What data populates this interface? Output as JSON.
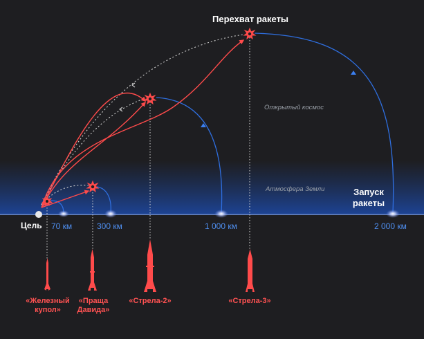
{
  "title": "Перехват ракеты",
  "launch_label": [
    "Запуск",
    "ракеты"
  ],
  "layers": {
    "space": "Открытый космос",
    "atmosphere": "Атмосфера Земли"
  },
  "target_label": "Цель",
  "distances": [
    "70 км",
    "300 км",
    "1 000 км",
    "2 000 км"
  ],
  "systems": [
    {
      "name": "iron-dome",
      "lines": [
        "«Железный",
        "купол»"
      ]
    },
    {
      "name": "davids-sling",
      "lines": [
        "«Праща",
        "Давида»"
      ]
    },
    {
      "name": "arrow-2",
      "lines": [
        "«Стрела-2»"
      ]
    },
    {
      "name": "arrow-3",
      "lines": [
        "«Стрела-3»"
      ]
    }
  ],
  "colors": {
    "background": "#1e1e21",
    "threat_trajectory": "#2f6fe0",
    "interceptor": "#ff4b4b",
    "label_distance": "#4f8ff0",
    "atmosphere": "#1a3f8c"
  }
}
